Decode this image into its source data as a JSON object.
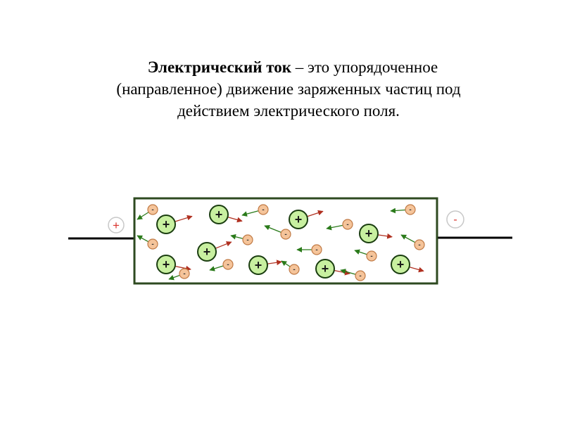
{
  "definition": {
    "term": "Электрический ток",
    "line1_rest": " – это упорядоченное",
    "line2": "(направленное) движение заряженных частиц под",
    "line3": "действием электрического поля."
  },
  "terminals": {
    "positive_label": "+",
    "negative_label": "-"
  },
  "particles": {
    "positive_symbol": "+",
    "negative_symbol": "-"
  },
  "colors": {
    "conductor_border": "#2e4a20",
    "ion_fill": "#c8f0a0",
    "ion_border": "#1a3d10",
    "electron_fill": "#f5c49a",
    "electron_border": "#c07a45",
    "arrow_green": "#2a7a1a",
    "arrow_red": "#b03020",
    "terminal_pos_text": "#d9302a",
    "terminal_neg_text": "#d9302a",
    "wire": "#000000"
  }
}
